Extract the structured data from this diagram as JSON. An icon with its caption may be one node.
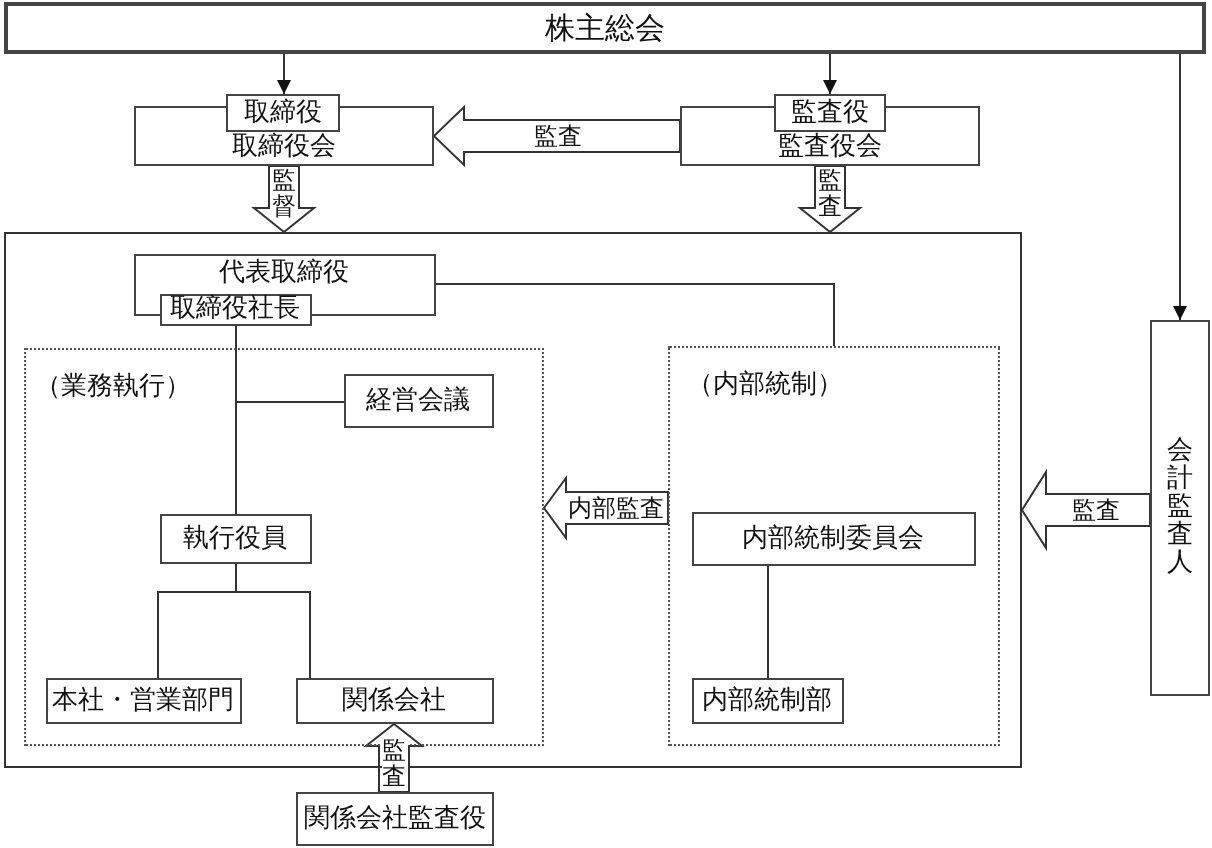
{
  "diagram": {
    "nodes": [
      {
        "text": [
          "株主総会"
        ]
      },
      {
        "text": [
          "取締役"
        ]
      },
      {
        "text": [
          "取締役会"
        ]
      },
      {
        "text": [
          "監査役"
        ]
      },
      {
        "text": [
          "監査役会"
        ]
      },
      {
        "text": [],
        "shape": "box"
      },
      {
        "text": [
          "代表取締役"
        ],
        "in": 5
      },
      {
        "text": [
          "取締役社長"
        ],
        "in": 5
      },
      {
        "text": [
          "（業務執行）"
        ],
        "in": 5
      },
      {
        "text": [
          "経営会議"
        ],
        "in": 8
      },
      {
        "text": [
          "執行役員"
        ],
        "in": 8
      },
      {
        "text": [
          "本社・営業部門"
        ],
        "in": 8
      },
      {
        "text": [
          "関係会社"
        ],
        "in": 8
      },
      {
        "text": [
          "（内部統制）"
        ],
        "in": 5
      },
      {
        "text": [
          "内部統制委員会"
        ],
        "in": 13
      },
      {
        "text": [
          "内部統制部"
        ],
        "in": 13
      },
      {
        "text": [
          "会計監査人"
        ]
      },
      {
        "text": [
          "関係会社監査役"
        ]
      }
    ],
    "edges": [
      {
        "from": 0,
        "to": 1,
        "arrow": "to"
      },
      {
        "from": 0,
        "to": 3,
        "arrow": "to"
      },
      {
        "from": 0,
        "to": 16,
        "arrow": "to"
      },
      {
        "from": 4,
        "to": 2,
        "arrow": "to",
        "label": "監査",
        "style": "thick"
      },
      {
        "from": 2,
        "to": 5,
        "arrow": "to",
        "label": "監督",
        "style": "thick"
      },
      {
        "from": 4,
        "to": 5,
        "arrow": "to",
        "label": "監査",
        "style": "thick"
      },
      {
        "from": 6,
        "to": 13,
        "arrow": "none"
      },
      {
        "from": 7,
        "to": 10,
        "arrow": "none"
      },
      {
        "from": 7,
        "to": 9,
        "arrow": "none"
      },
      {
        "from": 10,
        "to": 11,
        "arrow": "none"
      },
      {
        "from": 10,
        "to": 12,
        "arrow": "none"
      },
      {
        "from": 13,
        "to": 8,
        "arrow": "to",
        "label": "内部監査",
        "style": "thick"
      },
      {
        "from": 16,
        "to": 5,
        "arrow": "to",
        "label": "監査",
        "style": "thick"
      },
      {
        "from": 17,
        "to": 12,
        "arrow": "to",
        "label": "監査",
        "style": "thick"
      },
      {
        "from": 14,
        "to": 15,
        "arrow": "none"
      }
    ]
  }
}
